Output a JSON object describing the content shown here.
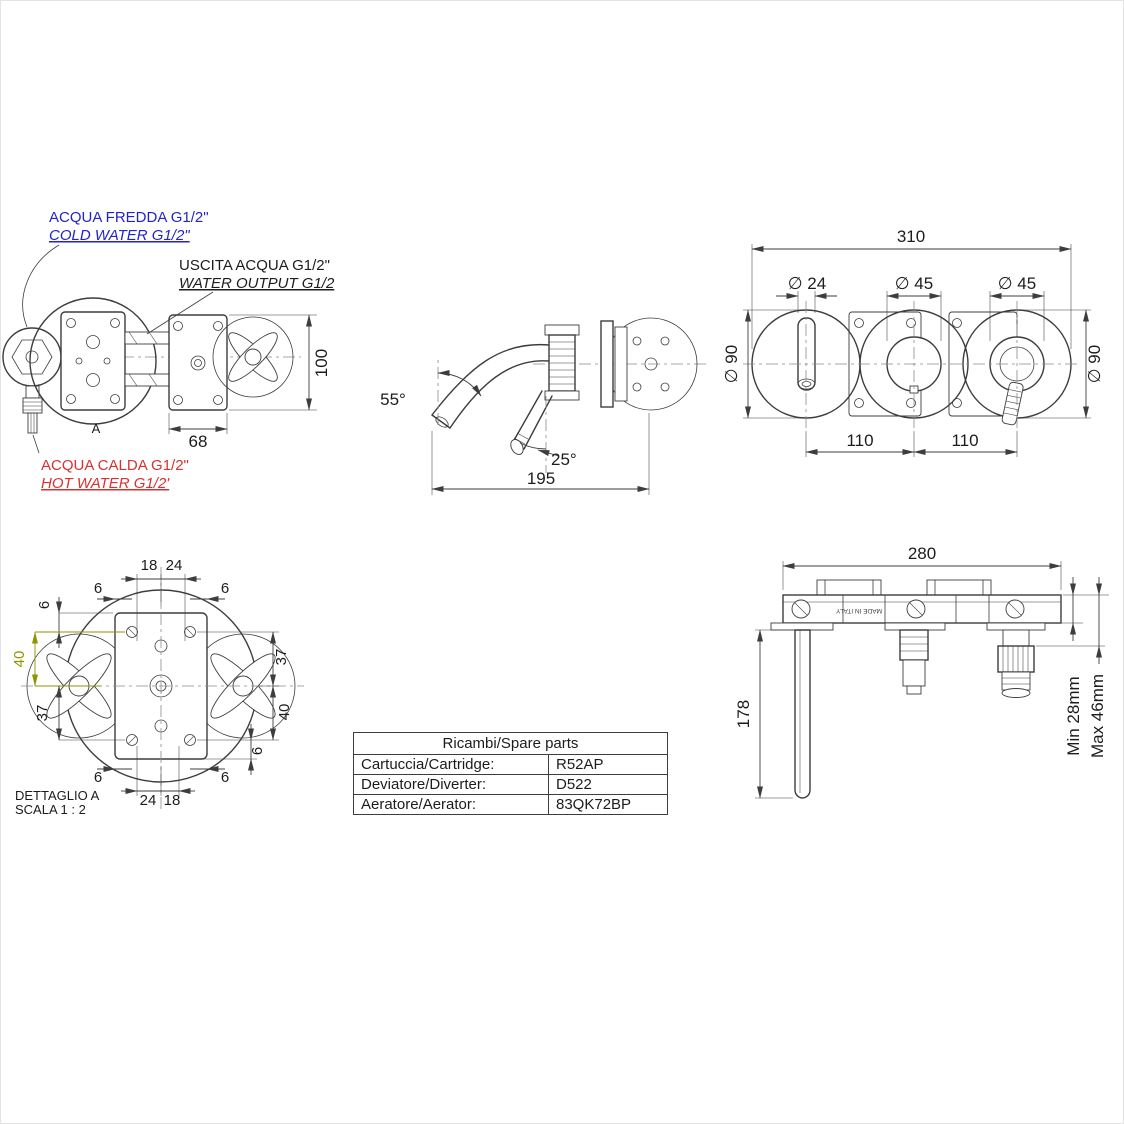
{
  "labels": {
    "cold_it": "ACQUA FREDDA G1/2\"",
    "cold_en": "COLD WATER G1/2\"",
    "output_it": "USCITA ACQUA G1/2\"",
    "output_en": "WATER OUTPUT G1/2",
    "hot_it": "ACQUA CALDA G1/2\"",
    "hot_en": "HOT WATER G1/2'",
    "detail_marker": "A",
    "detail_title": "DETTAGLIO A",
    "detail_scale": "SCALA 1 : 2",
    "made_in": "MADE IN ITALY"
  },
  "dims": {
    "front_height": "100",
    "front_width": "68",
    "spout_angle": "55°",
    "handle_angle": "25°",
    "spout_reach": "195",
    "trim_width": "310",
    "spout_dia": "∅ 24",
    "diverter_dia": "∅ 45",
    "handle_dia": "∅ 45",
    "rosette_dia_left": "∅ 90",
    "rosette_dia_right": "∅ 90",
    "spacing_left": "110",
    "spacing_right": "110",
    "detail_top_18": "18",
    "detail_top_24": "24",
    "detail_six": "6",
    "detail_40": "40",
    "detail_37": "37",
    "detail_right_37": "37",
    "detail_right_40": "40",
    "detail_bottom_24": "24",
    "detail_bottom_18": "18",
    "install_width": "280",
    "install_drop": "178",
    "wall_min": "Min 28mm",
    "wall_max": "Max 46mm"
  },
  "table": {
    "header": "Ricambi/Spare parts",
    "rows": [
      {
        "label": "Cartuccia/Cartridge:",
        "value": "R52AP"
      },
      {
        "label": "Deviatore/Diverter:",
        "value": "D522"
      },
      {
        "label": "Aeratore/Aerator:",
        "value": "83QK72BP"
      }
    ]
  },
  "colors": {
    "cold": "#2323cc",
    "hot": "#d93030",
    "line": "#3d3d3d",
    "detail_dim": "#8f9500"
  }
}
